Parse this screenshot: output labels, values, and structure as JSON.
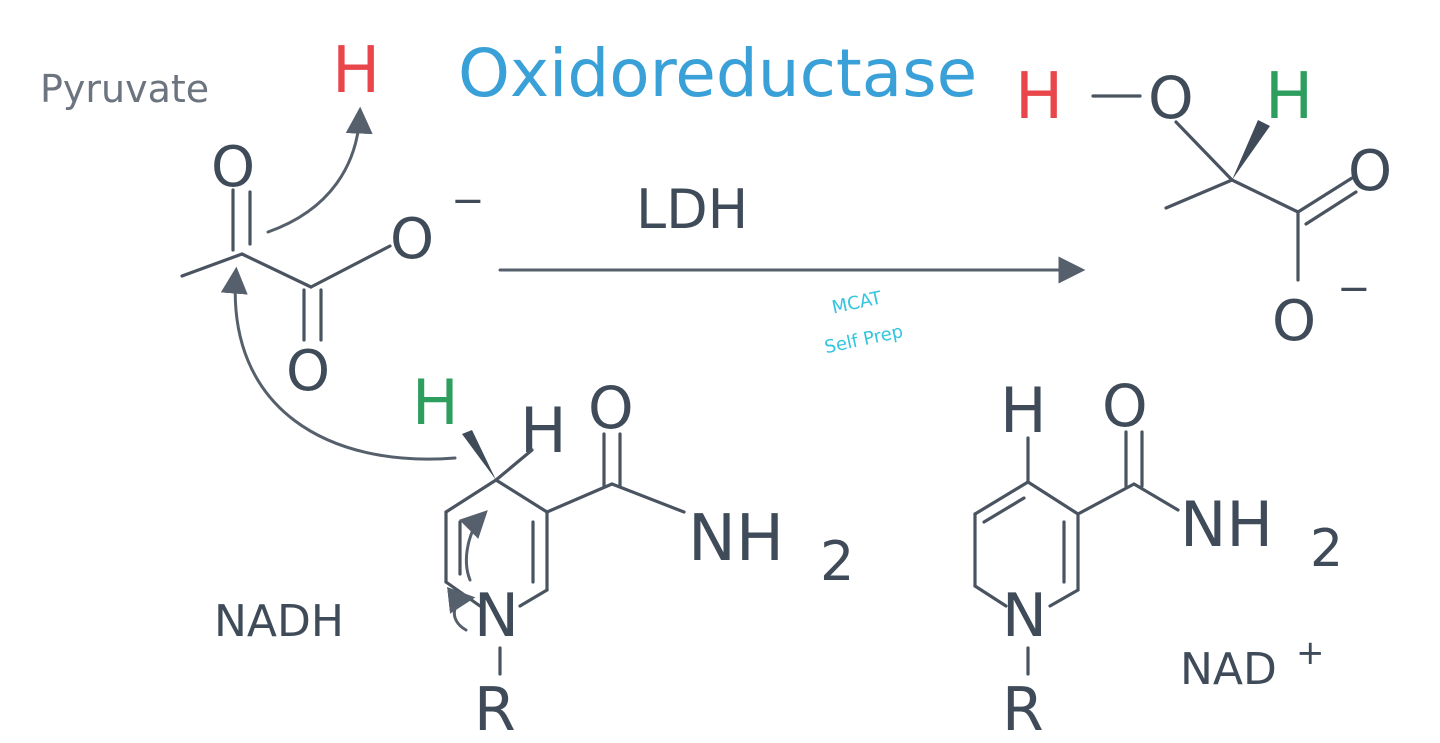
{
  "title": "Oxidoreductase",
  "enzyme": "LDH",
  "watermark": [
    "MCAT",
    "Self Prep"
  ],
  "labels": {
    "pyruvate": "Pyruvate",
    "nadh": "NADH",
    "nad_plus": "NAD",
    "nad_plus_sup": "+"
  },
  "atoms": {
    "O": "O",
    "O_minus": "O",
    "minus": "−",
    "H": "H",
    "N": "N",
    "R": "R",
    "NH2": "NH",
    "sub2": "2"
  },
  "colors": {
    "title": "#3aa0d8",
    "transferred_H_red": "#e8464b",
    "hydride_H_green": "#2e9e5e",
    "ink": "#3f4b58",
    "watermark": "#33c5de"
  }
}
